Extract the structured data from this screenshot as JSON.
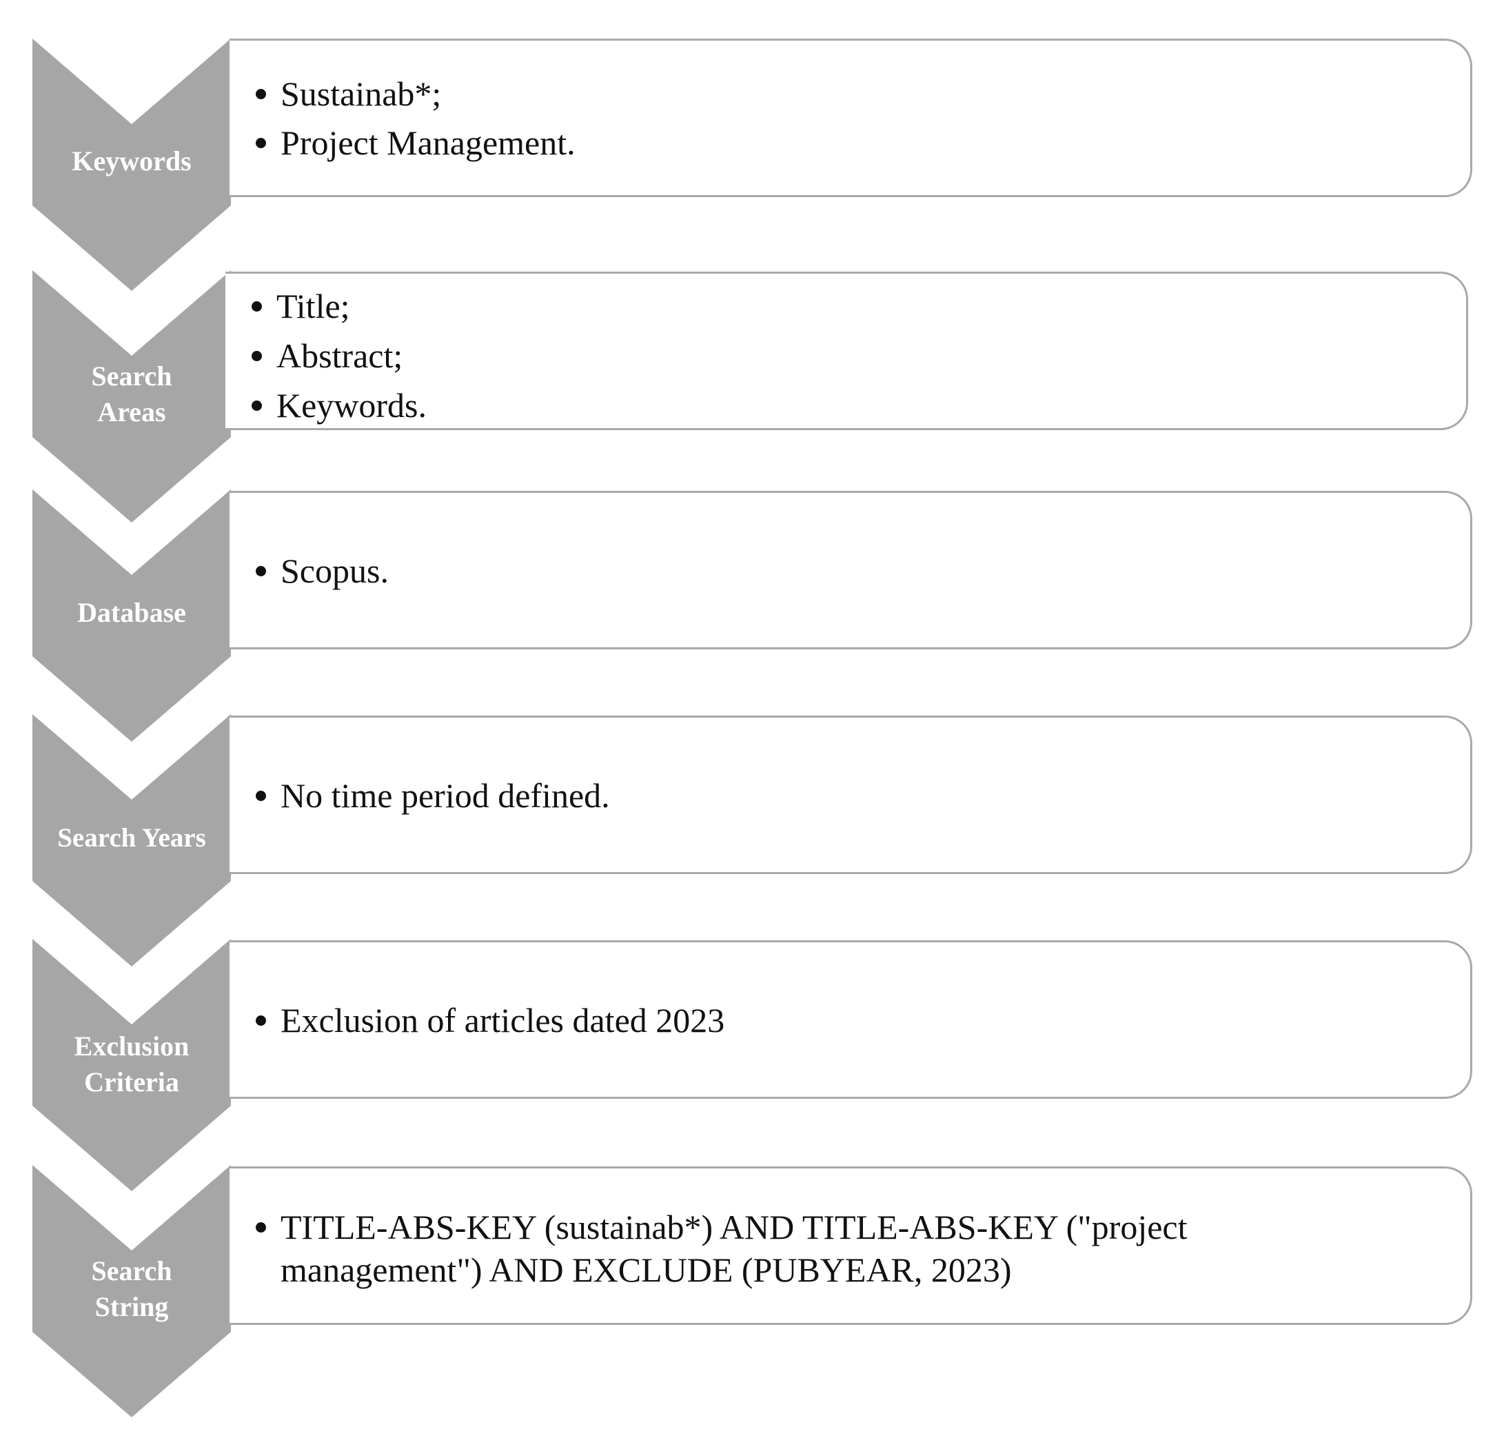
{
  "colors": {
    "chevron_fill": "#a6a6a6",
    "box_border": "#a9a9a9",
    "label_text": "#ffffff",
    "body_text": "#111111"
  },
  "steps": [
    {
      "label": "Keywords",
      "items": [
        "Sustainab*;",
        "Project Management."
      ]
    },
    {
      "label": "Search\nAreas",
      "items": [
        "Title;",
        "Abstract;",
        "Keywords."
      ]
    },
    {
      "label": "Database",
      "items": [
        "Scopus."
      ]
    },
    {
      "label": "Search Years",
      "items": [
        "No time period defined."
      ]
    },
    {
      "label": "Exclusion\nCriteria",
      "items": [
        "Exclusion of articles dated 2023"
      ]
    },
    {
      "label": "Search\nString",
      "items": [
        "TITLE-ABS-KEY (sustainab*) AND TITLE-ABS-KEY (\"project management\") AND EXCLUDE (PUBYEAR, 2023)"
      ]
    }
  ]
}
